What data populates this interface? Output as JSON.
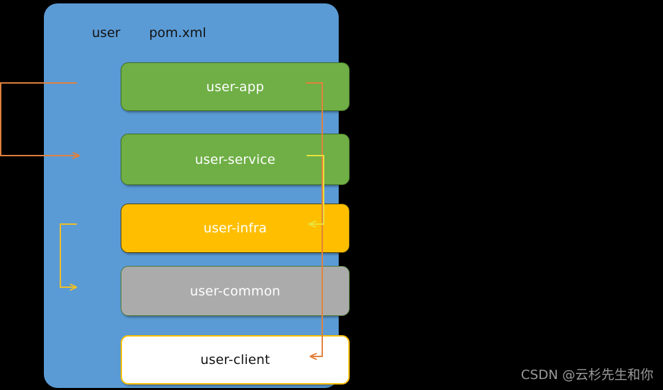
{
  "container": {
    "name": "user",
    "header": {
      "module_label": "user",
      "pom_label": "pom.xml"
    },
    "fill_color": "#5B9BD5"
  },
  "modules": [
    {
      "id": "user-app",
      "label": "user-app",
      "fill": "#6FAF46",
      "text_color": "#FFFFFF",
      "border": "#3F6B26"
    },
    {
      "id": "user-service",
      "label": "user-service",
      "fill": "#6FAF46",
      "text_color": "#FFFFFF",
      "border": "#3F6B26"
    },
    {
      "id": "user-infra",
      "label": "user-infra",
      "fill": "#FFBF00",
      "text_color": "#FFFFFF",
      "border": "#4C4010"
    },
    {
      "id": "user-common",
      "label": "user-common",
      "fill": "#ABABAB",
      "text_color": "#FFFFFF",
      "border": "#4E7A34"
    },
    {
      "id": "user-client",
      "label": "user-client",
      "fill": "#FFFFFF",
      "text_color": "#101010",
      "border": "#FFC000"
    }
  ],
  "connectors": [
    {
      "id": "app-to-service",
      "from": "user-app",
      "to": "user-service",
      "color": "#E2813C",
      "side": "left"
    },
    {
      "id": "app-to-client",
      "from": "user-app",
      "to": "user-client",
      "color": "#E2813C",
      "side": "right"
    },
    {
      "id": "service-to-infra",
      "from": "user-service",
      "to": "user-infra",
      "color": "#E8E23C",
      "side": "right"
    },
    {
      "id": "infra-to-common",
      "from": "user-infra",
      "to": "user-common",
      "color": "#F0C024",
      "side": "left"
    }
  ],
  "watermark": {
    "text": "CSDN @云杉先生和你",
    "color": "#9A9A9A"
  }
}
